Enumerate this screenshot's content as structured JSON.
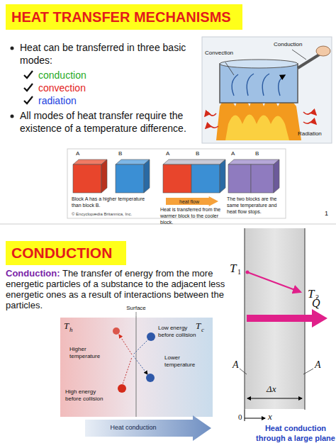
{
  "diagram": {
    "nodes": [
      {
        "text": [
          "HEAT TRANSFER MECHANISMS"
        ]
      },
      {
        "text": [
          "heat flow"
        ]
      },
      {
        "text": [
          "CONDUCTION"
        ]
      }
    ],
    "labels": [
      "Heat can be transferred in three basic modes:",
      "conduction",
      "convection",
      "radiation",
      "All modes of heat transfer require the existence of a temperature difference.",
      "Convection",
      "Conduction",
      "Radiation",
      "A",
      "B",
      "A",
      "B",
      "A",
      "B",
      "Block A has a higher temperature than block B.",
      "Heat is transferred from the warmer block to the cooler block.",
      "The two blocks are the same temperature and heat flow stops.",
      "© Encyclopædia Britannica, Inc.",
      "1",
      "Conduction:",
      "The transfer of energy from the more energetic particles of a substance to the adjacent less energetic ones as a result of interactions between the particles.",
      "Surface",
      "T",
      "h",
      "T",
      "c",
      "Low energy before collision",
      "Higher temperature",
      "Lower temperature",
      "High energy before collision",
      "Heat conduction",
      "T",
      "1",
      "T",
      "2",
      "Q̇",
      "A",
      "A",
      "Δx",
      "0",
      "x",
      "Heat conduction through a large plane"
    ]
  }
}
